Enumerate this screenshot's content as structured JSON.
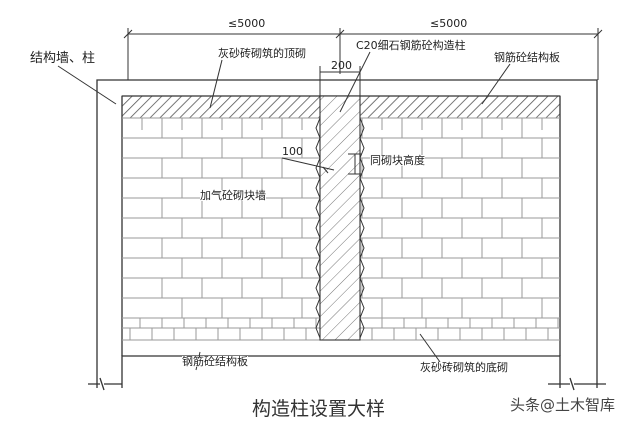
{
  "labels": {
    "dim_left": "≤5000",
    "dim_right": "≤5000",
    "structural_wall_column": "结构墙、柱",
    "top_course": "灰砂砖砌筑的顶砌",
    "column_spec": "C20细石钢筋砼构造柱",
    "column_width": "200",
    "rc_slab_top": "钢筋砼结构板",
    "offset": "100",
    "brick_height": "同砌块高度",
    "wall_fill": "加气砼砌块墙",
    "rc_slab_bottom": "钢筋砼结构板",
    "bottom_course": "灰砂砖砌筑的底砌",
    "title": "构造柱设置大样",
    "watermark": "头条@土木智库"
  },
  "colors": {
    "line": "#333333",
    "grid": "#9a9a9a",
    "hatch": "#555555"
  }
}
